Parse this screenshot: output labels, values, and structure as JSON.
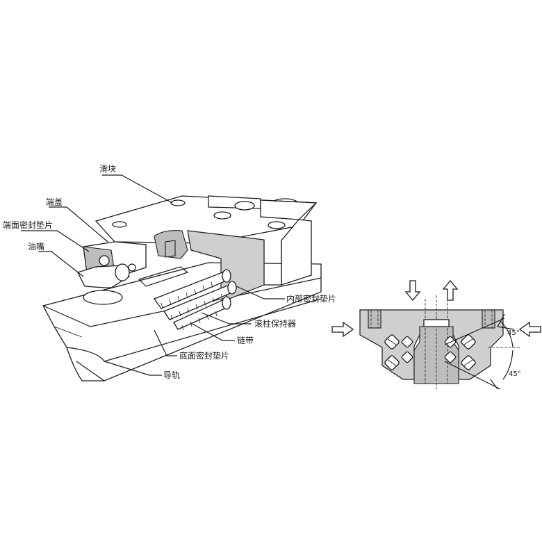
{
  "labels": {
    "slider": "滑块",
    "end_cap": "端盖",
    "end_seal": "端面密封垫片",
    "grease_nipple": "油嘴",
    "inner_seal": "内部密封垫片",
    "roller_retainer": "滚柱保持器",
    "chain_belt": "链带",
    "bottom_seal": "底面密封垫片",
    "rail": "导轨"
  },
  "angles": {
    "upper": "45°",
    "lower": "45°"
  }
}
